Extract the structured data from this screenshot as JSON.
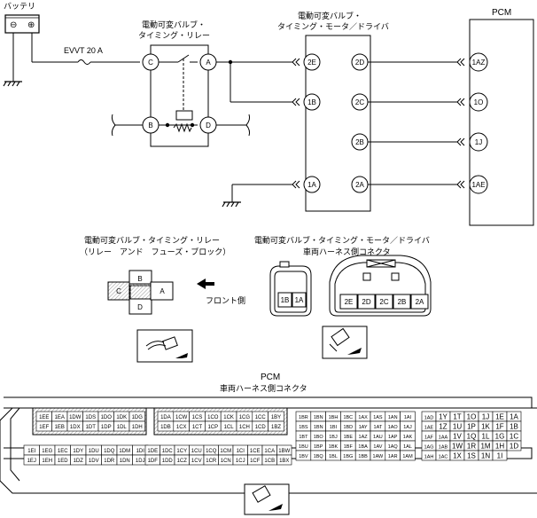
{
  "wiring": {
    "battery_label": "バッテリ",
    "battery_minus": "⊖",
    "battery_plus": "⊕",
    "fuse_label": "EVVT 20 A",
    "relay_title_line1": "電動可変バルブ・",
    "relay_title_line2": "タイミング・リレー",
    "relay_pins": [
      "C",
      "A",
      "B",
      "D"
    ],
    "motor_title_line1": "電動可変バルブ・",
    "motor_title_line2": "タイミング・モータ／ドライバ",
    "motor_left_pins": [
      "2E",
      "1B",
      "1A"
    ],
    "motor_right_pins": [
      "2D",
      "2C",
      "2B",
      "2A"
    ],
    "pcm_label": "PCM",
    "pcm_pins": [
      "1AZ",
      "1O",
      "1J",
      "1AE"
    ]
  },
  "relay_connector": {
    "title_line1": "電動可変バルブ・タイミング・リレー",
    "title_line2": "（リレー　アンド　フューズ・ブロック）",
    "pins": [
      "B",
      "C",
      "A",
      "D"
    ],
    "front_label": "フロント側"
  },
  "motor_connector": {
    "title_line1": "電動可変バルブ・タイミング・モータ／ドライバ",
    "title_line2": "車両ハーネス側コネクタ",
    "small_pins": [
      "1B",
      "1A"
    ],
    "big_pins": [
      "2E",
      "2D",
      "2C",
      "2B",
      "2A"
    ]
  },
  "pcm_connector": {
    "title_line1": "PCM",
    "title_line2": "車両ハーネス側コネクタ",
    "block1": [
      [
        "1EE",
        "1EA",
        "1DW",
        "1DS",
        "1DO",
        "1DK",
        "1DG"
      ],
      [
        "1EF",
        "1EB",
        "1DX",
        "1DT",
        "1DP",
        "1DL",
        "1DH"
      ]
    ],
    "block2": [
      [
        "1DA",
        "1CW",
        "1CS",
        "1CO",
        "1CK",
        "1CG",
        "1CC",
        "1BY"
      ],
      [
        "1DB",
        "1CX",
        "1CT",
        "1CP",
        "1CL",
        "1CH",
        "1CD",
        "1BZ"
      ]
    ],
    "block3": [
      [
        "1EI",
        "1EG",
        "1EC",
        "1DY",
        "1DU",
        "1DQ",
        "1DM",
        "1DI"
      ],
      [
        "1EJ",
        "1EH",
        "1ED",
        "1DZ",
        "1DV",
        "1DR",
        "1DN",
        "1DJ"
      ]
    ],
    "block4": [
      [
        "1DE",
        "1DC",
        "1CY",
        "1CU",
        "1CQ",
        "1CM",
        "1CI",
        "1CE",
        "1CA",
        "1BW"
      ],
      [
        "1DF",
        "1DD",
        "1CZ",
        "1CV",
        "1CR",
        "1CN",
        "1CJ",
        "1CF",
        "1CB",
        "1BX"
      ]
    ],
    "block5": [
      [
        "1BR",
        "1BN",
        "1BH",
        "1BC",
        "1AX",
        "1AS",
        "1AN",
        "1AI"
      ],
      [
        "1BS",
        "1BN",
        "1BI",
        "1BD",
        "1AY",
        "1AT",
        "1AO",
        "1AJ"
      ],
      [
        "1BT",
        "1BO",
        "1BJ",
        "1BE",
        "1AZ",
        "1AU",
        "1AP",
        "1AK"
      ],
      [
        "1BU",
        "1BP",
        "1BK",
        "1BF",
        "1BA",
        "1AV",
        "1AQ",
        "1AL"
      ],
      [
        "1BV",
        "1BQ",
        "1BL",
        "1BG",
        "1BB",
        "1AW",
        "1AR",
        "1AM"
      ]
    ],
    "block6": [
      [
        "1AD",
        "1Y",
        "1T",
        "1O",
        "1J",
        "1E",
        "1A"
      ],
      [
        "1AE",
        "1Z",
        "1U",
        "1P",
        "1K",
        "1F",
        "1B"
      ],
      [
        "1AF",
        "1AA",
        "1V",
        "1Q",
        "1L",
        "1G",
        "1C"
      ],
      [
        "1AG",
        "1AB",
        "1W",
        "1R",
        "1M",
        "1H",
        "1D"
      ],
      [
        "1AH",
        "1AC",
        "1X",
        "1S",
        "1N",
        "1I",
        ""
      ]
    ]
  }
}
